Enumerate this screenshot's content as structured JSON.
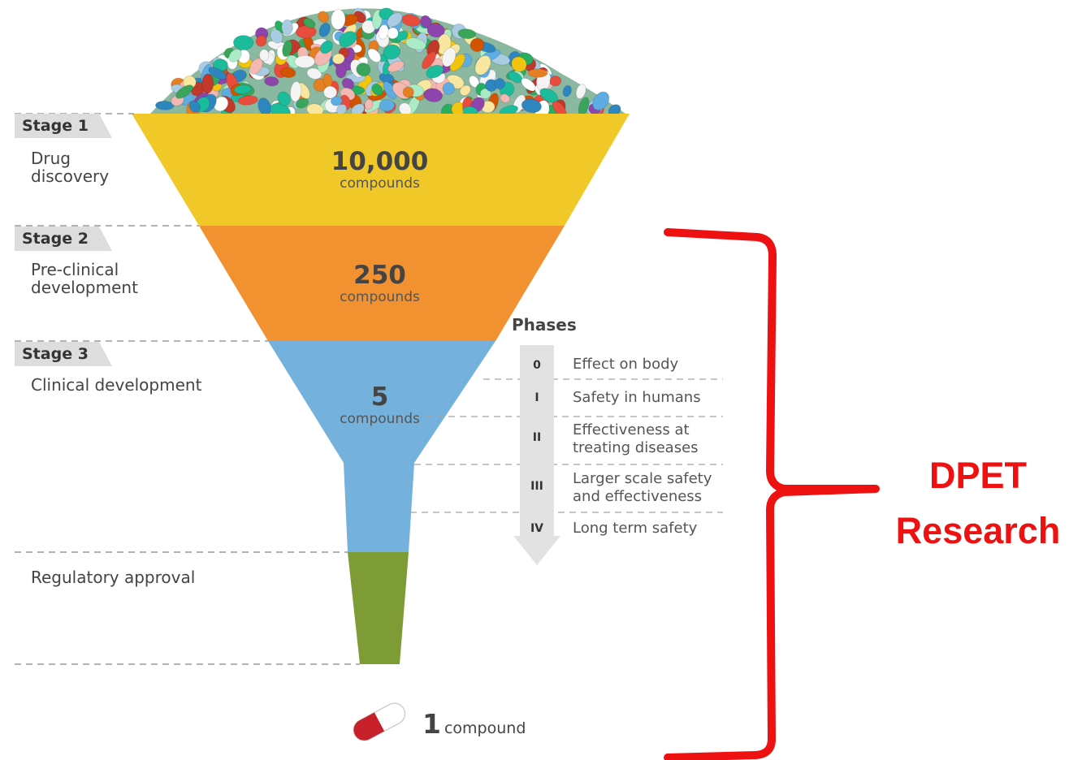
{
  "stages": [
    {
      "tab": "Stage 1",
      "description": "Drug\ndiscovery",
      "count": "10,000",
      "unit": "compounds"
    },
    {
      "tab": "Stage 2",
      "description": "Pre-clinical\ndevelopment",
      "count": "250",
      "unit": "compounds"
    },
    {
      "tab": "Stage 3",
      "description": "Clinical development",
      "count": "5",
      "unit": "compounds"
    }
  ],
  "regulatory": {
    "description": "Regulatory approval"
  },
  "phases": {
    "title": "Phases",
    "items": [
      {
        "num": "0",
        "text": "Effect on body"
      },
      {
        "num": "I",
        "text": "Safety in humans"
      },
      {
        "num": "II",
        "text": "Effectiveness at\ntreating diseases"
      },
      {
        "num": "III",
        "text": "Larger scale safety\nand effectiveness"
      },
      {
        "num": "IV",
        "text": "Long term safety"
      }
    ]
  },
  "final": {
    "count": "1",
    "unit": "compound"
  },
  "callout": {
    "line1": "DPET",
    "line2": "Research"
  },
  "colors": {
    "stage1": "#f0c929",
    "stage2": "#f29130",
    "stage3": "#74b1dd",
    "regulatory": "#7d9c35",
    "bracket": "#ee1111",
    "stage_tab": "#dddddd"
  }
}
